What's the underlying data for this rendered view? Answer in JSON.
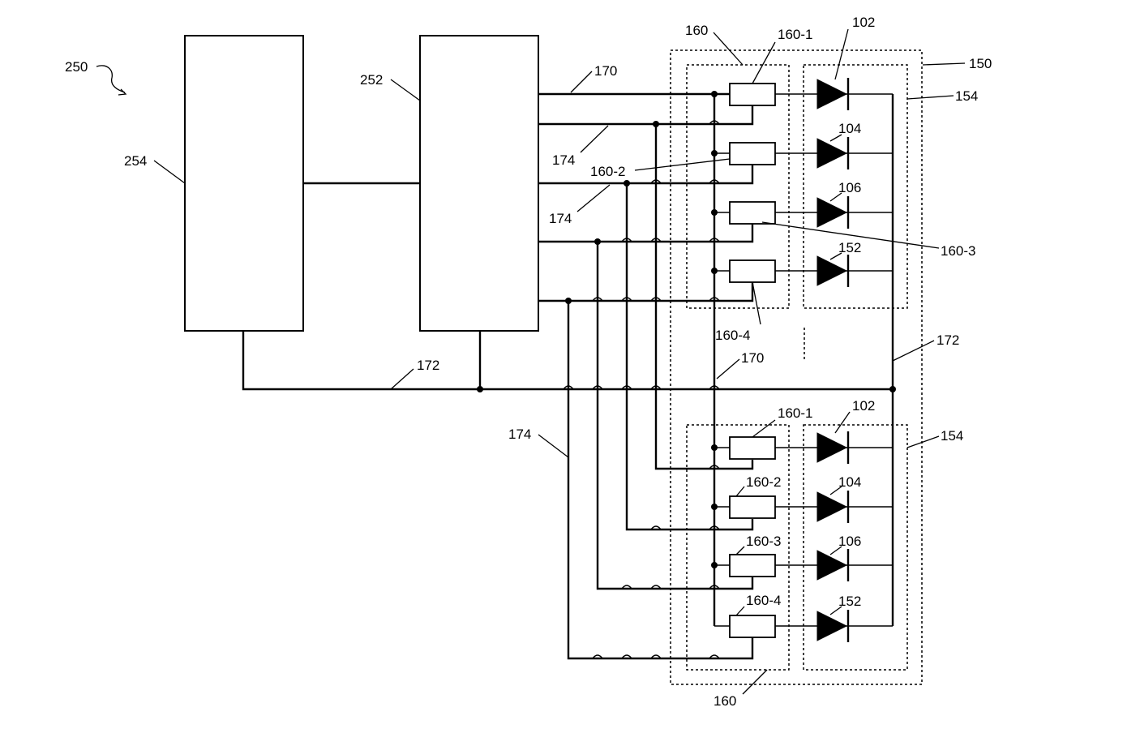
{
  "figure_ref": "250",
  "blocks": {
    "controller": "254",
    "driver": "252"
  },
  "assembly": {
    "module": "150",
    "array_group": "154",
    "regulator_group": "160"
  },
  "lines": {
    "supply": "170",
    "ground": "172",
    "control": "174"
  },
  "upper_stage": {
    "channels": [
      {
        "regulator": "160-1",
        "emitter": "102"
      },
      {
        "regulator": "160-2",
        "emitter": "104"
      },
      {
        "regulator": "160-3",
        "emitter": "106"
      },
      {
        "regulator": "160-4",
        "emitter": "152"
      }
    ]
  },
  "lower_stage": {
    "channels": [
      {
        "regulator": "160-1",
        "emitter": "102"
      },
      {
        "regulator": "160-2",
        "emitter": "104"
      },
      {
        "regulator": "160-3",
        "emitter": "106"
      },
      {
        "regulator": "160-4",
        "emitter": "152"
      }
    ]
  },
  "colors": {
    "ink": "#000000",
    "paper": "#ffffff"
  }
}
